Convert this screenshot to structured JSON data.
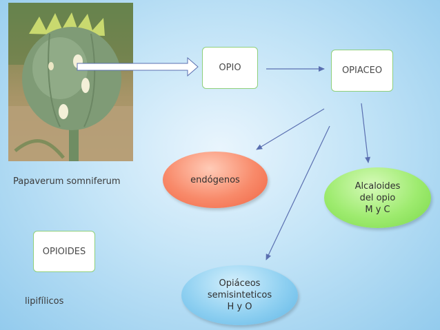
{
  "photo": {
    "alt": "Papaver somniferum seed capsule"
  },
  "boxes": {
    "opio": "OPIO",
    "opiaceo": "OPIACEO",
    "opioides": "OPIOIDES"
  },
  "labels": {
    "papaverum": "Papaverum somniferum",
    "lipifilicos": "lipifílicos"
  },
  "ellipses": {
    "endogenos": "endógenos",
    "alcaloides": "Alcaloides\ndel opio\nM y C",
    "opiaceos": "Opiáceos\nsemisinteticos\nH y O"
  },
  "colors": {
    "box_border": "#8fcf7a",
    "arrow": "#5a6fb0",
    "endogenos_fill": "#f37552",
    "alcaloides_fill": "#8ee35d",
    "opiaceos_fill": "#78c4ec"
  }
}
